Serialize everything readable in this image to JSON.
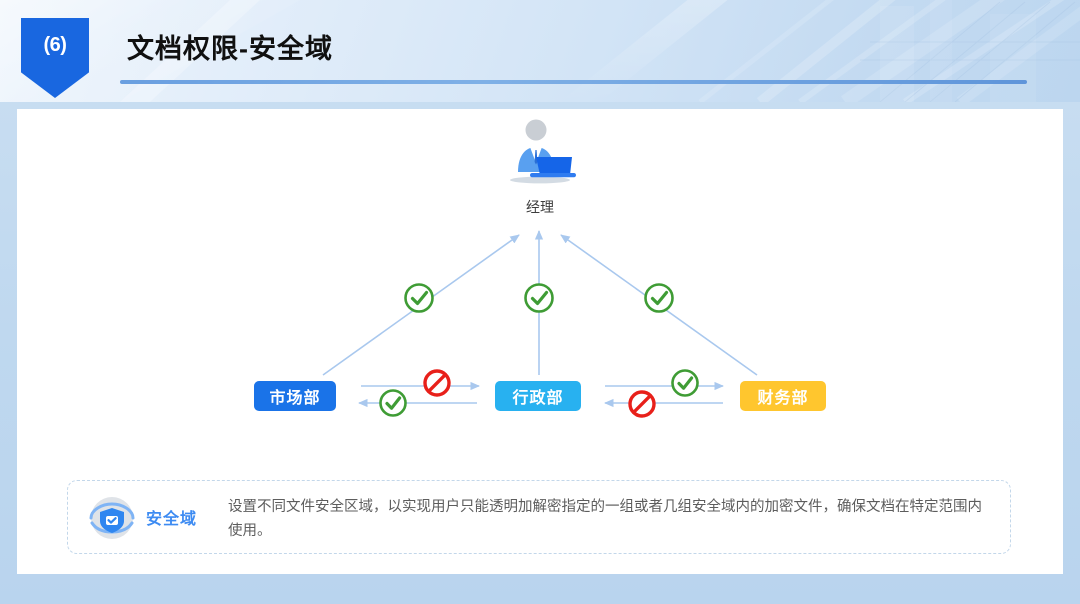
{
  "header": {
    "badge_label": "(6)",
    "title": "文档权限-安全域"
  },
  "diagram": {
    "manager": {
      "label": "经理",
      "icon": "manager-laptop-icon"
    },
    "departments": [
      {
        "id": "market",
        "label": "市场部",
        "color": "#1a73e8"
      },
      {
        "id": "admin",
        "label": "行政部",
        "color": "#28b1f0"
      },
      {
        "id": "finance",
        "label": "财务部",
        "color": "#ffc62e"
      }
    ],
    "vertical_links": [
      {
        "from": "市场部",
        "to": "经理",
        "status": "allowed",
        "icon": "check-circle-icon"
      },
      {
        "from": "行政部",
        "to": "经理",
        "status": "allowed",
        "icon": "check-circle-icon"
      },
      {
        "from": "财务部",
        "to": "经理",
        "status": "allowed",
        "icon": "check-circle-icon"
      }
    ],
    "horizontal_links": [
      {
        "from": "市场部",
        "to": "行政部",
        "status": "blocked",
        "icon": "prohibited-icon"
      },
      {
        "from": "行政部",
        "to": "市场部",
        "status": "allowed",
        "icon": "check-circle-icon"
      },
      {
        "from": "行政部",
        "to": "财务部",
        "status": "allowed",
        "icon": "check-circle-icon"
      },
      {
        "from": "财务部",
        "to": "行政部",
        "status": "blocked",
        "icon": "prohibited-icon"
      }
    ]
  },
  "note": {
    "icon": "security-domain-shield-icon",
    "title": "安全域",
    "body": "设置不同文件安全区域，以实现用户只能透明加解密指定的一组或者几组安全域内的加密文件，确保文档在特定范围内使用。"
  },
  "colors": {
    "accent_blue": "#1a73e8",
    "light_blue": "#28b1f0",
    "amber": "#ffc62e",
    "allow_green": "#3f9c35",
    "block_red": "#e8201a",
    "arrow_blue": "#a9c8ee",
    "note_text": "#5d5d5d"
  }
}
